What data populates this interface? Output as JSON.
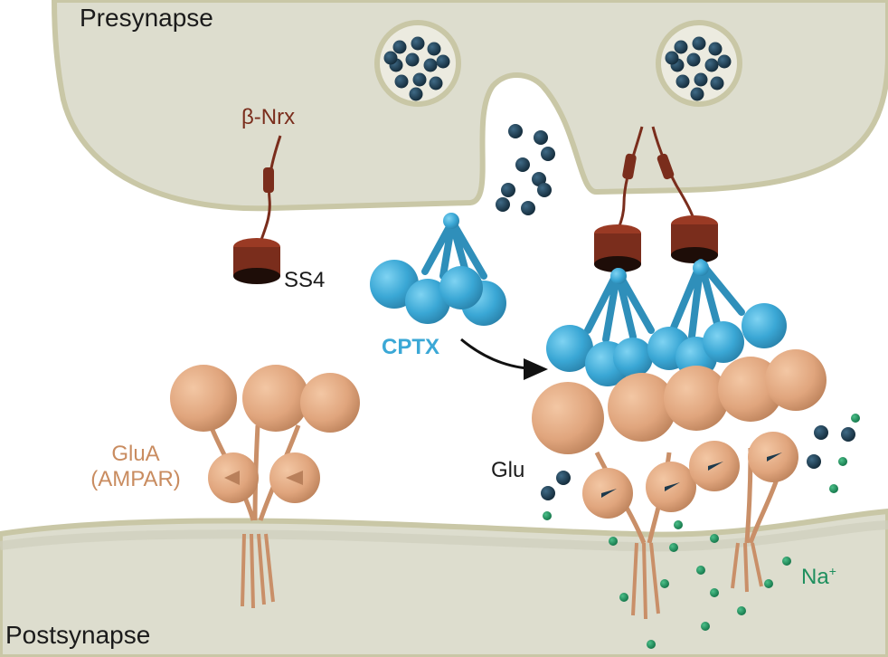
{
  "labels": {
    "presynapse": "Presynapse",
    "postsynapse": "Postsynapse",
    "beta_nrx": "β-Nrx",
    "ss4": "SS4",
    "cptx": "CPTX",
    "glua_line1": "GluA",
    "glua_line2": "(AMPAR)",
    "glu": "Glu",
    "na_base": "Na",
    "na_sup": "+"
  },
  "colors": {
    "background": "#ffffff",
    "membrane_fill": "#ddddce",
    "membrane_edge": "#c9c7a6",
    "membrane_shade": "#cfcfbe",
    "vesicle_dot": "#1d3a4d",
    "neurexin": "#7a2d1c",
    "neurexin_cap": "#1e0d08",
    "cptx": "#3ba8d6",
    "cptx_dark": "#2f8fba",
    "ampar": "#e2a87f",
    "ampar_dark": "#b9805b",
    "ampar_stalk": "#c98f68",
    "sodium": "#1e8f5e",
    "label_brown": "#7a2d1c",
    "label_tan": "#c98c60",
    "label_green": "#1e8f5e"
  }
}
